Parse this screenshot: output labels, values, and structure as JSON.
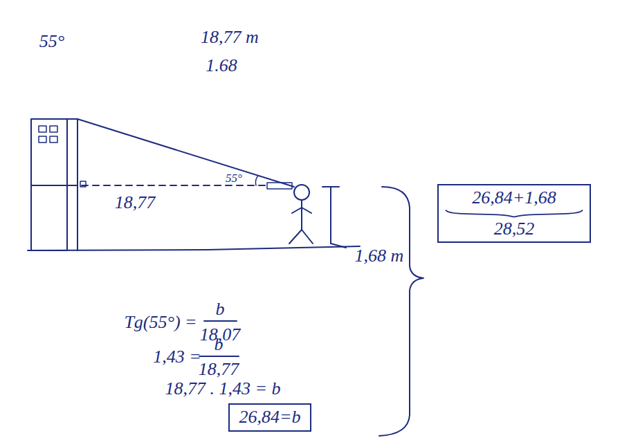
{
  "diagram": {
    "nodes": [
      {
        "text": [
          "26,84+1,68",
          "28,52"
        ]
      },
      {
        "text": [
          "26,84=b"
        ]
      }
    ],
    "labels": [
      "55°",
      "18,77 m",
      "1.68",
      "18,77",
      "55°",
      "1,68 m",
      "Tg(55°) =",
      "b",
      "18,07",
      "1,43 =",
      "b",
      "18,77",
      "18,77 . 1,43 = b"
    ]
  }
}
